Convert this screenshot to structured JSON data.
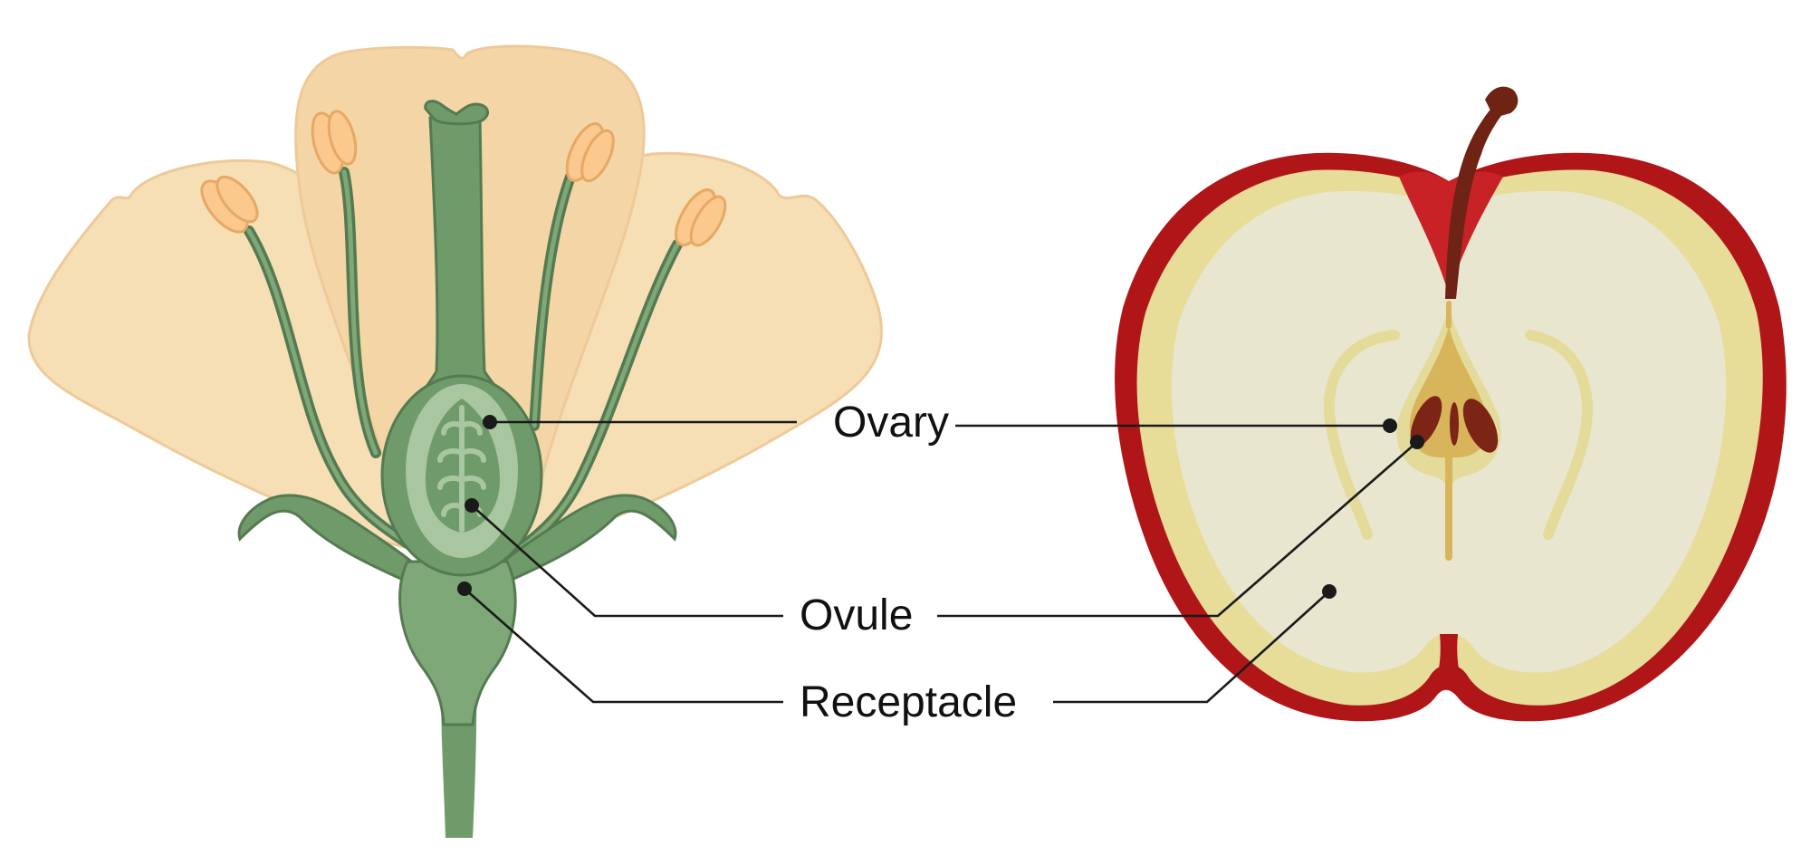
{
  "labels": {
    "ovary": "Ovary",
    "ovule": "Ovule",
    "receptacle": "Receptacle"
  },
  "colors": {
    "petal": "#f6dfb4",
    "petal_edge": "#efc998",
    "anther": "#fbc98e",
    "pistil_green": "#6f9a69",
    "pistil_dark": "#557a52",
    "apple_skin": "#b01518",
    "apple_flesh": "#e9e6cf",
    "apple_flesh_outer": "#e7dc98",
    "apple_core": "#d8b55a",
    "apple_seed": "#7c2416",
    "apple_stem": "#6e2314"
  }
}
